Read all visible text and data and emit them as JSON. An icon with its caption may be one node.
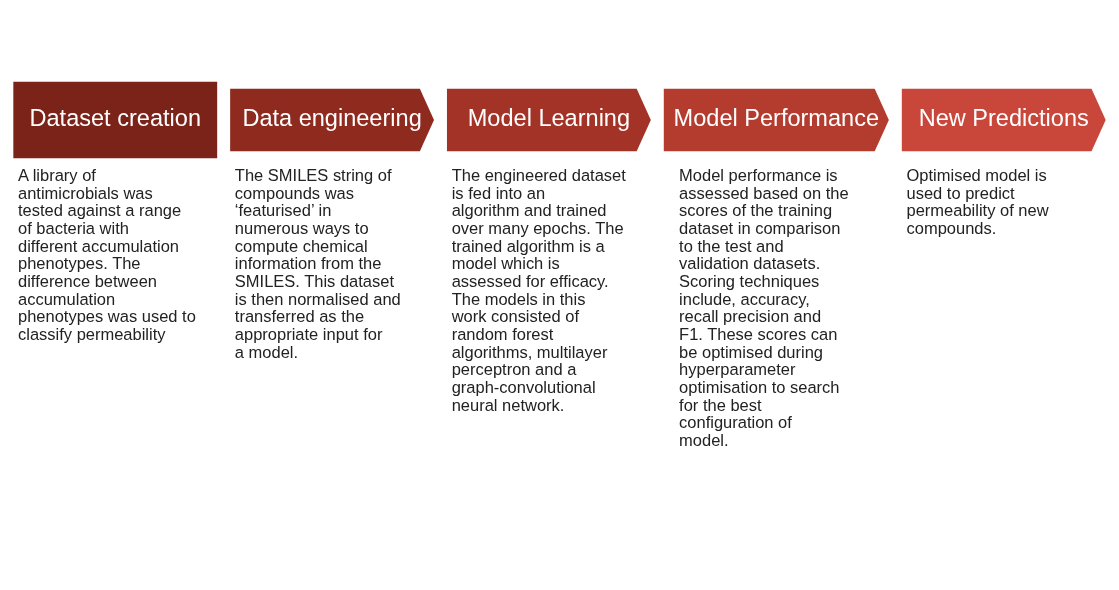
{
  "diagram": {
    "nodes": [
      {
        "text": [
          "Dataset creation"
        ],
        "beside": [
          "A library of antimicrobials was tested against a range of bacteria with different accumulation phenotypes. The difference between accumulation phenotypes was used to classify permeability"
        ]
      },
      {
        "text": [
          "Data engineering"
        ],
        "beside": [
          "The SMILES string of compounds was ‘featurised’ in numerous ways to compute chemical information from the SMILES. This dataset is then normalised and transferred as the appropriate input for a model."
        ]
      },
      {
        "text": [
          "Model Learning"
        ],
        "beside": [
          "The engineered dataset is fed into an algorithm and trained over many epochs. The trained algorithm is a model which is assessed for efficacy. The models in this work consisted of random forest algorithms, multilayer perceptron and a graph-convolutional neural network."
        ]
      },
      {
        "text": [
          "Model Performance"
        ],
        "beside": [
          "Model performance is assessed based on the scores of the training dataset in comparison to the test and validation datasets. Scoring techniques include, accuracy, recall precision and F1. These scores can be optimised during hyperparameter optimisation to search for the best configuration of model."
        ]
      },
      {
        "text": [
          "New Predictions"
        ],
        "beside": [
          "Optimised model is used to predict permeability of new compounds."
        ]
      }
    ],
    "edges": []
  }
}
